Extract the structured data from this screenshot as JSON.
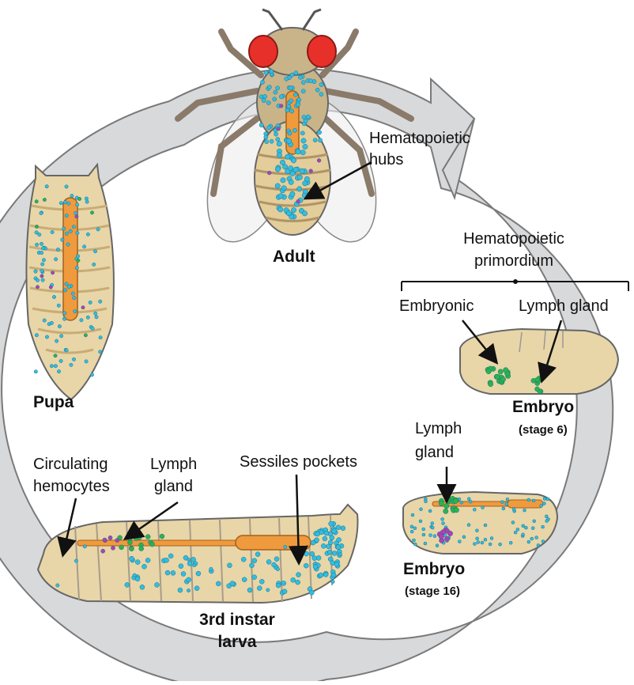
{
  "stages": {
    "adult": "Adult",
    "pupa": "Pupa",
    "larva_line1": "3rd instar",
    "larva_line2": "larva",
    "embryo16": "Embryo",
    "embryo16_sub": "(stage 16)",
    "embryo6": "Embryo",
    "embryo6_sub": "(stage 6)"
  },
  "annotations": {
    "hubs_line1": "Hematopoietic",
    "hubs_line2": "hubs",
    "primordium_line1": "Hematopoietic",
    "primordium_line2": "primordium",
    "embryonic": "Embryonic",
    "lymph_gland_top": "Lymph gland",
    "lymph_gland16_line1": "Lymph",
    "lymph_gland16_line2": "gland",
    "sessile": "Sessiles pockets",
    "circ_line1": "Circulating",
    "circ_line2": "hemocytes",
    "larva_lymph_line1": "Lymph",
    "larva_lymph_line2": "gland"
  },
  "colors": {
    "cycle_arrow": "#d8d9db",
    "body": "#e8d6a8",
    "outline": "#6b6b6b",
    "hemocyte": "#33bde0",
    "lymph": "#2db34a",
    "crystal": "#b03fb5",
    "orange": "#f09a3e",
    "eye": "#e8302a"
  }
}
